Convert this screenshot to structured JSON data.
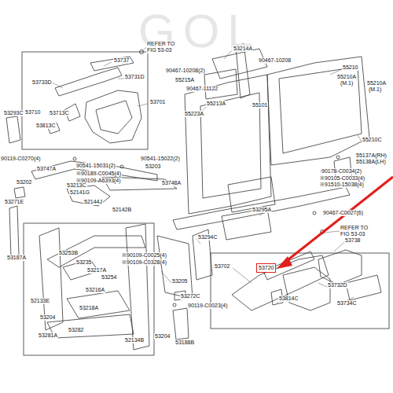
{
  "diagram": {
    "nodes": [
      {
        "text": [
          "53720"
        ]
      }
    ],
    "labels": [
      "REFER TO FIG 53-03",
      "53737",
      "53733D",
      "53731D",
      "53710",
      "53713C",
      "53813C",
      "53701",
      "53293C",
      "90119-C0270(4)",
      "53747A",
      "90541-15031(2)",
      "※90189-C0045(4)",
      "※90109-A6393(4)",
      "53202",
      "53213C",
      "52141G",
      "52144J",
      "52142B",
      "53271E",
      "90541-15022(2)",
      "53203",
      "53748A",
      "53187A",
      "53253B",
      "53235",
      "※90109-C0025(4)",
      "※90109-C0328(4)",
      "53217A",
      "53254",
      "53216A",
      "53205",
      "52133E",
      "53218A",
      "53204",
      "53282",
      "53281A",
      "52134B",
      "53204",
      "90119-C0023(4)",
      "53272C",
      "53188B",
      "53294C",
      "53214A",
      "90467-10208",
      "90467-10208(2)",
      "55215A",
      "90467-11122",
      "55213A",
      "55101",
      "55223A",
      "55210",
      "55210A",
      "(M.1)",
      "55210A",
      "(M.1)",
      "55210C",
      "55137A(RH)",
      "55138A(LH)",
      "90178-C0034(2)",
      "※90105-C0033(4)",
      "※91510-15038(4)",
      "53295A",
      "90467-C0027(6)",
      "REFER TO FIG 53-03",
      "53738",
      "53702",
      "53732D",
      "53734C",
      "53814C",
      "GOL"
    ]
  }
}
